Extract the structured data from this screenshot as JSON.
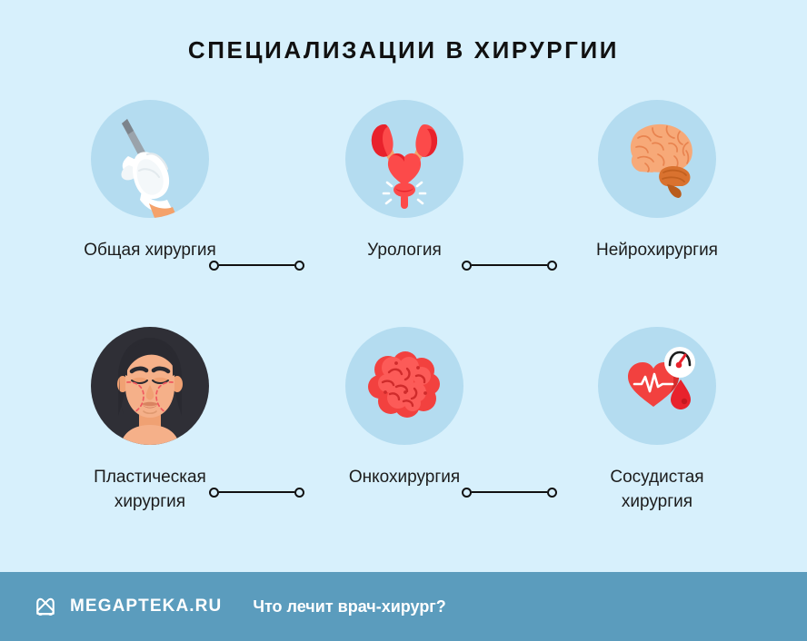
{
  "page": {
    "title": "СПЕЦИАЛИЗАЦИИ В ХИРУРГИИ",
    "background_color": "#d7f0fc",
    "circle_color": "#b4dcf0",
    "connector_color": "#111111"
  },
  "specialties": [
    {
      "label": "Общая хирургия",
      "icon": "gloved-hand-with-scalpel-icon",
      "circle_style": "light-blue"
    },
    {
      "label": "Урология",
      "icon": "kidneys-and-bladder-icon",
      "circle_style": "light-blue"
    },
    {
      "label": "Нейрохирургия",
      "icon": "brain-icon",
      "circle_style": "light-blue"
    },
    {
      "label": "Пластическая\nхирургия",
      "icon": "female-face-with-incision-lines-icon",
      "circle_style": "dark"
    },
    {
      "label": "Онкохирургия",
      "icon": "tumor-cells-icon",
      "circle_style": "light-blue"
    },
    {
      "label": "Сосудистая\nхирургия",
      "icon": "heart-with-pressure-gauge-and-blood-drop-icon",
      "circle_style": "light-blue"
    }
  ],
  "footer": {
    "background_color": "#5b9cbd",
    "logo_icon": "megapteka-m-logo-icon",
    "brand": "MEGAPTEKA.RU",
    "tagline": "Что лечит врач-хирург?"
  }
}
